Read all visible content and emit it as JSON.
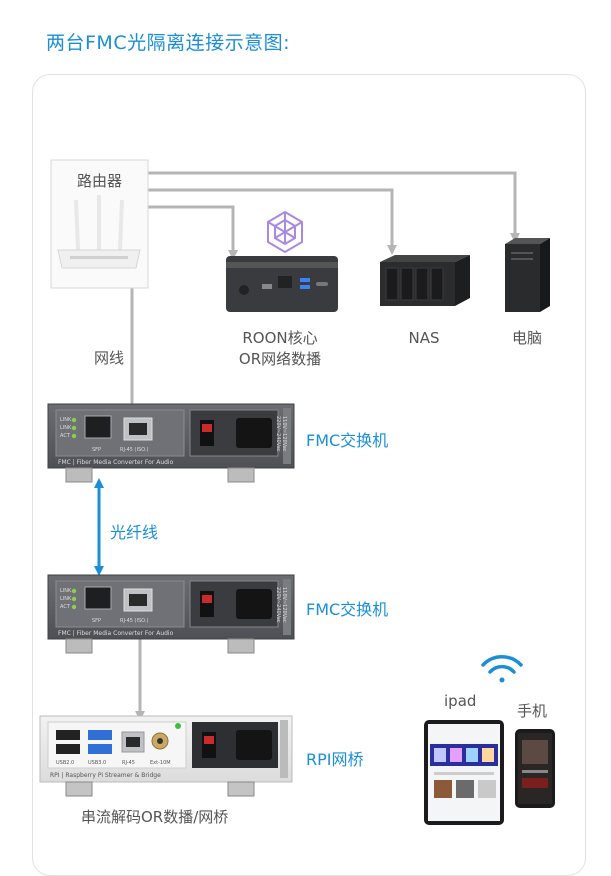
{
  "title": "两台FMC光隔离连接示意图:",
  "router": {
    "label": "路由器"
  },
  "roon": {
    "line1": "ROON核心",
    "line2": "OR网络数播"
  },
  "nas": {
    "label": "NAS"
  },
  "pc": {
    "label": "电脑"
  },
  "cable": {
    "label": "网线"
  },
  "fiber": {
    "label": "光纤线"
  },
  "fmc_top": {
    "label": "FMC交换机",
    "port_labels": [
      "SFP",
      "RJ-45 (ISO.)"
    ],
    "led_labels": [
      "LINK",
      "LINK",
      "ACT"
    ],
    "footer": "FMC | Fiber Media Converter For Audio",
    "voltage": [
      "110V~120Vac",
      "220V~240Vac"
    ]
  },
  "fmc_bottom": {
    "label": "FMC交换机",
    "port_labels": [
      "SFP",
      "RJ-45 (ISO.)"
    ],
    "led_labels": [
      "LINK",
      "LINK",
      "ACT"
    ],
    "footer": "FMC | Fiber Media Converter For Audio",
    "voltage": [
      "110V~120Vac",
      "220V~240Vac"
    ]
  },
  "rpi": {
    "label": "RPI网桥",
    "port_labels": [
      "USB2.0",
      "USB3.0",
      "RJ-45",
      "Ext-10M"
    ],
    "footer": "RPI | Raspberry Pi Streamer & Bridge",
    "caption": "串流解码OR数播/网桥"
  },
  "ipad": {
    "label": "ipad"
  },
  "phone": {
    "label": "手机"
  },
  "colors": {
    "accent": "#1a8fd8",
    "line": "#b5b5b5",
    "device_dark": "#5f6166",
    "fiber": "#1a8fd8"
  }
}
